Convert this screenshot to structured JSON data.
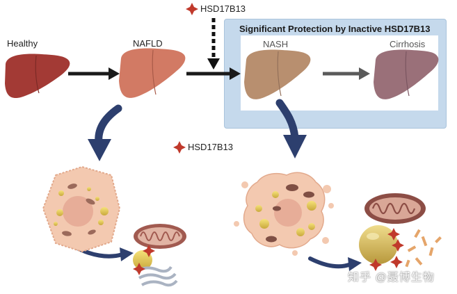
{
  "stages": {
    "healthy": "Healthy",
    "nafld": "NAFLD",
    "nash": "NASH",
    "cirrhosis": "Cirrhosis"
  },
  "protection_box": {
    "title": "Significant Protection by Inactive HSD17B13"
  },
  "markers": {
    "top": "HSD17B13",
    "middle": "HSD17B13"
  },
  "watermark": "知乎 @聂博生物",
  "colors": {
    "healthy_liver": "#a33a35",
    "nafld_liver": "#d27a64",
    "nash_liver": "#b88f6f",
    "cirrhosis_liver": "#9a7079",
    "box_blue": "#c5d9ec",
    "arrow_navy": "#2d3f6e",
    "star_red": "#c0392b"
  }
}
